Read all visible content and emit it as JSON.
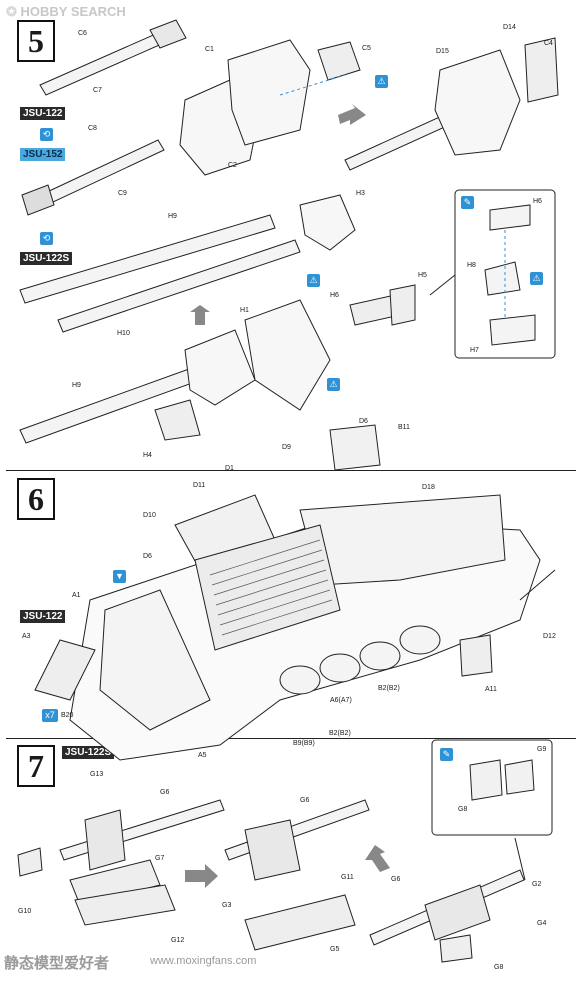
{
  "watermark": {
    "brand": "HOBBY",
    "title": "SEARCH"
  },
  "steps": [
    {
      "number": "5"
    },
    {
      "number": "6"
    },
    {
      "number": "7"
    }
  ],
  "variants": {
    "jsu122": "JSU-122",
    "jsu152": "JSU-152",
    "jsu122s": "JSU-122S",
    "jsu122_step6": "JSU-122",
    "jsu122s_step7": "JSU-122S"
  },
  "multiplier": "x7",
  "parts": {
    "step5": [
      "C6",
      "C7",
      "C8",
      "C9",
      "C1",
      "C2",
      "C5",
      "D14",
      "D15",
      "C4",
      "H9",
      "H10",
      "H3",
      "H6",
      "H5",
      "H1",
      "H4",
      "H6b",
      "H8",
      "H7"
    ],
    "step6": [
      "D6",
      "B11",
      "D9",
      "D1",
      "D11",
      "D18",
      "D10",
      "D6b",
      "A1",
      "A3",
      "B20",
      "A6(A7)",
      "B2(B2)",
      "B9(B9)",
      "A5",
      "B2(B2)b",
      "A11",
      "D12"
    ],
    "step7": [
      "G13",
      "G6",
      "G7",
      "G10",
      "G12",
      "G6b",
      "G11",
      "G3",
      "G5",
      "G6c",
      "G2",
      "G4",
      "G8",
      "G9",
      "G8b"
    ]
  },
  "footer": {
    "brand": "静态模型爱好者",
    "url": "www.moxingfans.com"
  },
  "icons": [
    "glue-icon",
    "cement-icon",
    "option-icon",
    "decal-icon",
    "arrow-icon"
  ]
}
